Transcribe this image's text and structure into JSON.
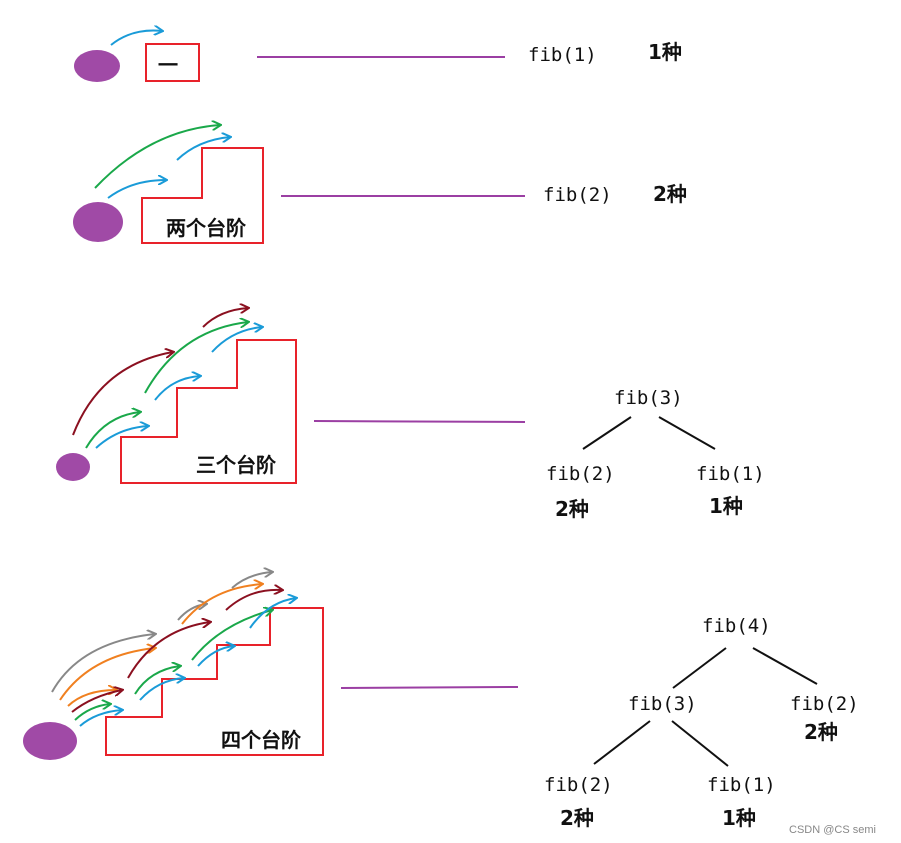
{
  "colors": {
    "ball": "#a04aa6",
    "stair": "#e8222a",
    "connector": "#9b3fa3",
    "arrow_blue": "#1a9bd8",
    "arrow_green": "#1aa84a",
    "arrow_darkred": "#8b1020",
    "arrow_orange": "#f08020",
    "arrow_gray": "#888888",
    "tree_line": "#111111"
  },
  "rows": [
    {
      "label": "一",
      "fib": "fib(1)",
      "ways": "1种"
    },
    {
      "label": "两个台阶",
      "fib": "fib(2)",
      "ways": "2种"
    },
    {
      "label": "三个台阶",
      "root": "fib(3)",
      "left": "fib(2)",
      "left_ways": "2种",
      "right": "fib(1)",
      "right_ways": "1种"
    },
    {
      "label": "四个台阶",
      "root": "fib(4)",
      "mid": "fib(3)",
      "mid_right": "fib(2)",
      "mid_right_ways": "2种",
      "leaf_left": "fib(2)",
      "leaf_left_ways": "2种",
      "leaf_right": "fib(1)",
      "leaf_right_ways": "1种"
    }
  ],
  "watermark": "CSDN @CS semi"
}
